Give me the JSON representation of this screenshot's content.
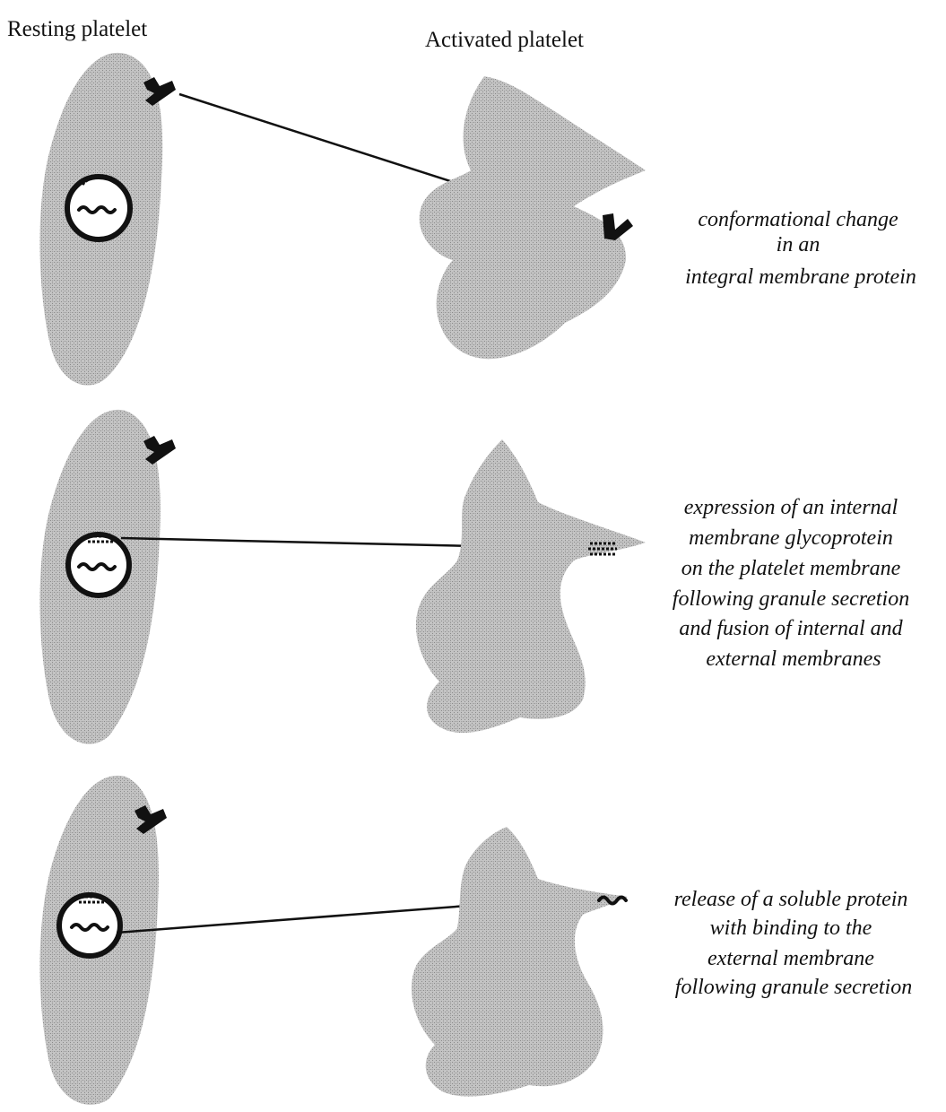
{
  "headers": {
    "resting": "Resting platelet",
    "activated": "Activated platelet"
  },
  "rows": [
    {
      "id": "conformational-change",
      "caption_lines": [
        "conformational change",
        "in an",
        "integral membrane protein"
      ]
    },
    {
      "id": "internal-glycoprotein-expression",
      "caption_lines": [
        "expression of an internal",
        "membrane glycoprotein",
        "on the platelet membrane",
        "following granule secretion",
        "and fusion of internal and",
        "external membranes"
      ]
    },
    {
      "id": "soluble-protein-release",
      "caption_lines": [
        "release of a soluble protein",
        "with binding to the",
        "external membrane",
        "following granule secretion"
      ]
    }
  ],
  "colors": {
    "cell_fill": "#b5b5b5",
    "ink": "#111111",
    "background": "#ffffff"
  }
}
